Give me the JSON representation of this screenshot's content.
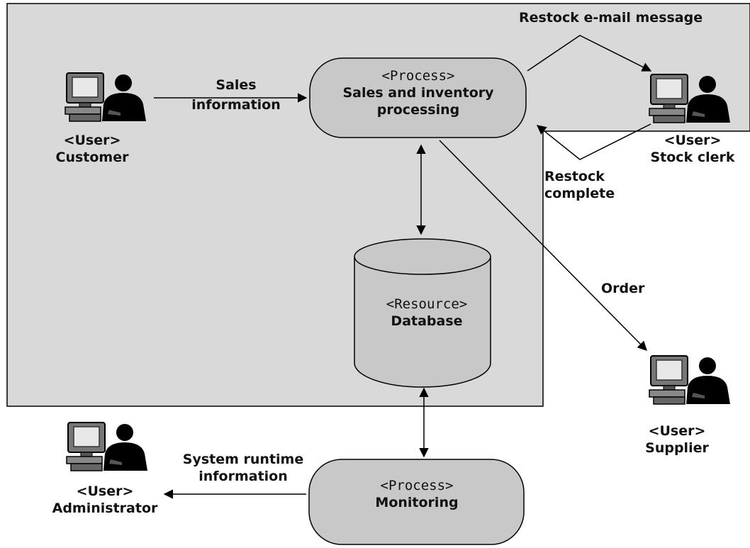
{
  "nodes": {
    "sales_process": {
      "stereotype": "<Process>",
      "line1": "Sales and inventory",
      "line2": "processing"
    },
    "database": {
      "stereotype": "<Resource>",
      "name": "Database"
    },
    "monitoring": {
      "stereotype": "<Process>",
      "name": "Monitoring"
    },
    "customer": {
      "stereotype": "<User>",
      "name": "Customer"
    },
    "stock_clerk": {
      "stereotype": "<User>",
      "name": "Stock clerk"
    },
    "supplier": {
      "stereotype": "<User>",
      "name": "Supplier"
    },
    "administrator": {
      "stereotype": "<User>",
      "name": "Administrator"
    }
  },
  "edges": {
    "sales_information": {
      "line1": "Sales",
      "line2": "information"
    },
    "restock_email": {
      "text": "Restock e-mail message"
    },
    "restock_complete": {
      "line1": "Restock",
      "line2": "complete"
    },
    "order": {
      "text": "Order"
    },
    "system_runtime": {
      "line1": "System runtime",
      "line2": "information"
    }
  },
  "colors": {
    "boundary_fill": "#d9d9d9",
    "shape_fill": "#c8c8c8",
    "stroke": "#000000"
  }
}
